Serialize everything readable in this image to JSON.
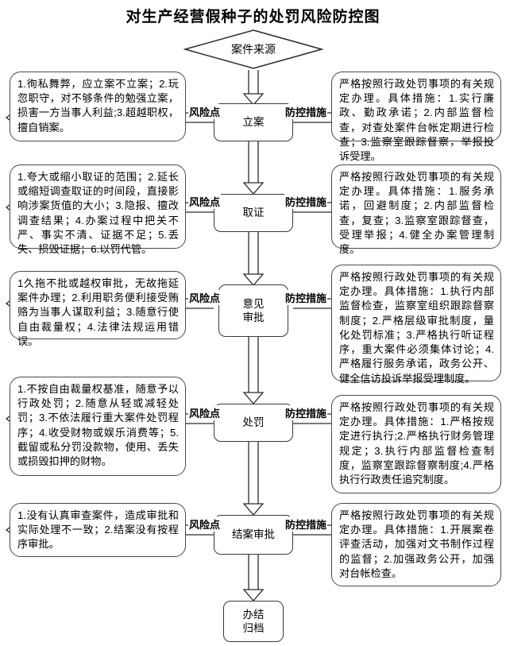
{
  "title": "对生产经营假种子的处罚风险防控图",
  "source_node": {
    "label": "案件来源"
  },
  "link_labels": {
    "risk": "风险点",
    "measure": "防控措施"
  },
  "end_node": {
    "label": "办结\n归档",
    "line1": "办结",
    "line2": "归档"
  },
  "stages": [
    {
      "id": "li-an",
      "node": "立案",
      "risks": "1.徇私舞弊，应立案不立案；2.玩忽职守，对不够条件的勉强立案，损害一方当事人利益;3.超越职权，擅自销案。",
      "measures": "严格按照行政处罚事项的有关规定办理。具体措施：1.实行廉政、勤政承诺；2.内部监督检查，对查处案件台帐定期进行检查；3.监察室跟踪督察，举报投诉受理。"
    },
    {
      "id": "qu-zheng",
      "node": "取证",
      "risks": "1.夸大或缩小取证的范围；2.延长或缩短调查取证的时间段，直接影响涉案货值的大小；3.隐报、擅改调查结果；4.办案过程中把关不严、事实不清、证据不足；5.丢失、损毁证据；6.以罚代管。",
      "measures": "严格按照行政处罚事项的有关规定办理。具体措施：1.服务承诺，回避制度；2.内部监督检查，复查；3.监察室跟踪督查，受理举报；4.健全办案管理制度。"
    },
    {
      "id": "yi-jian-shen-pi",
      "node": "意见\n审批",
      "node_line1": "意见",
      "node_line2": "审批",
      "risks": "1久拖不批或越权审批，无故拖延案件办理；2.利用职务便利接受贿赂为当事人谋取利益；3.随意行使自由裁量权；4.法律法规运用错误。",
      "measures": "严格按照行政处罚事项的有关规定办理。具体措施：1.执行内部监督检查，监察室组织跟踪督察制度；2.严格层级审批制度，量化处罚标准；3.严格执行听证程序，重大案件必须集体讨论；4.严格履行服务承诺，政务公开、健全信访投诉举报受理制度。"
    },
    {
      "id": "chu-fa",
      "node": "处罚",
      "risks": "1.不按自由裁量权基准，随意予以行政处罚；2.随意从轻或减轻处罚；3.不依法履行重大案件处罚程序；4.收受财物或娱乐消费等；5.截留或私分罚没款物，使用、丢失或损毁扣押的财物。",
      "measures": "严格按照行政处罚事项的有关规定办理。具体措施：1.严格按规定进行执行;2.严格执行财务管理规定；3.执行内部监督检查制度，监察室跟踪督察制度;4.严格执行行政责任追究制度。"
    },
    {
      "id": "jie-an-shen-pi",
      "node": "结案审批",
      "risks": "1.没有认真审查案件，造成审批和实际处理不一致；2.结案没有按程序审批。",
      "measures": "严格按照行政处罚事项的有关规定办理。具体措施：1.开展案卷评查活动，加强对文书制作过程的监督；2.加强政务公开，加强对台帐检查。"
    }
  ]
}
